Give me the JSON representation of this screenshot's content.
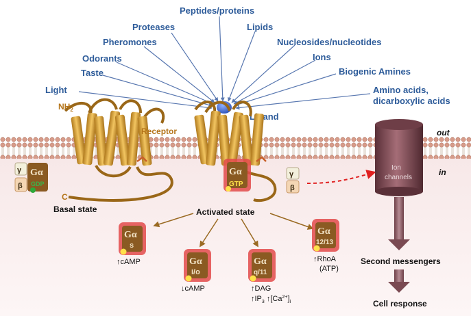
{
  "ligands": [
    "Peptides/proteins",
    "Proteases",
    "Lipids",
    "Pheromones",
    "Nucleosides/nucleotides",
    "Odorants",
    "Ions",
    "Taste",
    "Biogenic Amines",
    "Light",
    "Amino acids,",
    "dicarboxylic acids",
    "Ligand"
  ],
  "receptor_label": "Receptor",
  "nh2_label": "NH",
  "nh2_sub": "2",
  "c_label": "C",
  "membrane": {
    "out": "out",
    "in": "in"
  },
  "ion_channels": [
    "Ion",
    "channels"
  ],
  "basal_state": "Basal state",
  "activated_state": "Activated state",
  "g_subunits": {
    "gamma": "γ",
    "beta": "β",
    "alpha": "Gα",
    "gdp": "GDP",
    "gtp": "GTP"
  },
  "effectors": [
    {
      "sub": "s",
      "effect": "↑cAMP"
    },
    {
      "sub": "i/o",
      "effect": "↓cAMP"
    },
    {
      "sub": "q/11",
      "effect_line1": "↑DAG",
      "effect_line2a": "↑IP",
      "effect_line2a_sub": "3",
      "effect_line2b": " ↑[Ca",
      "effect_line2b_sup": "2+",
      "effect_line2c": "]",
      "effect_line2c_sub": "i"
    },
    {
      "sub": "12/13",
      "effect": "↑RhoA",
      "effect_extra": "(ATP)"
    }
  ],
  "second_messengers": "Second messengers",
  "cell_response": "Cell response",
  "colors": {
    "ligand_text": "#2e5c9a",
    "receptor": "#d9a441",
    "galpha_box": "#8a5a22",
    "galpha_glow": "#e24a4a",
    "membrane_head": "#c98f7e",
    "channel": "#8a5560"
  }
}
